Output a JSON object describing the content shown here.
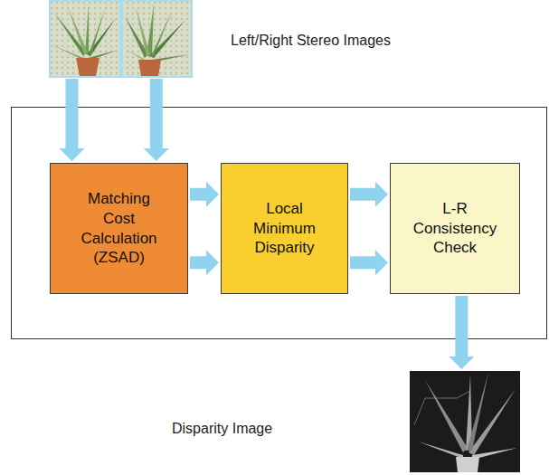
{
  "diagram": {
    "nodes": [
      {
        "text": [
          "Left/Right Stereo Images"
        ]
      },
      {
        "text": [
          "Matching Cost Calculation (ZSAD)"
        ]
      },
      {
        "text": [
          "Local Minimum Disparity"
        ]
      },
      {
        "text": [
          "L-R Consistency Check"
        ]
      },
      {
        "text": [
          "Disparity Image"
        ]
      }
    ],
    "edges": [
      {
        "from": 0,
        "to": 1,
        "arrow": "to"
      },
      {
        "from": 0,
        "to": 1,
        "arrow": "to"
      },
      {
        "from": 1,
        "to": 2,
        "arrow": "to"
      },
      {
        "from": 1,
        "to": 2,
        "arrow": "to"
      },
      {
        "from": 2,
        "to": 3,
        "arrow": "to"
      },
      {
        "from": 2,
        "to": 3,
        "arrow": "to"
      },
      {
        "from": 3,
        "to": 4,
        "arrow": "to"
      }
    ]
  }
}
